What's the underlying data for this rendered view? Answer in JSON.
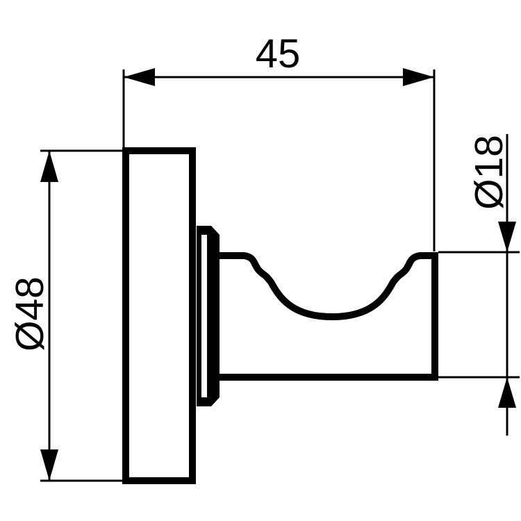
{
  "drawing": {
    "dimensions": {
      "width": {
        "label": "45"
      },
      "plate_diameter": {
        "label": "Ø48"
      },
      "arm_diameter": {
        "label": "Ø18"
      }
    },
    "colors": {
      "line": "#000000",
      "background": "#ffffff"
    }
  }
}
